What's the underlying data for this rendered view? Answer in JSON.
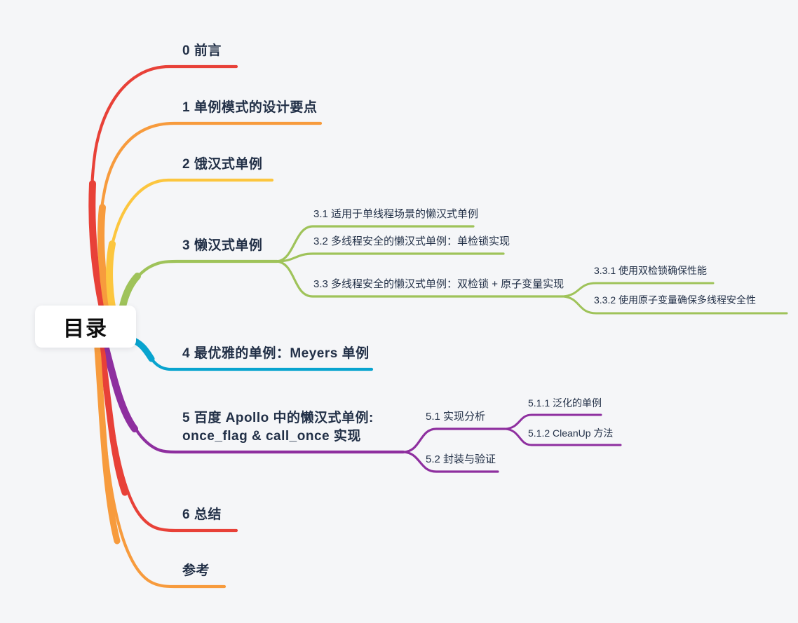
{
  "root": {
    "label": "目录"
  },
  "branches": [
    {
      "label": "0 前言",
      "color": "#e84138"
    },
    {
      "label": "1 单例模式的设计要点",
      "color": "#f79b3d"
    },
    {
      "label": "2 饿汉式单例",
      "color": "#fcc63f"
    },
    {
      "label": "3 懒汉式单例",
      "color": "#9fc35a",
      "children": [
        {
          "label": "3.1 适用于单线程场景的懒汉式单例"
        },
        {
          "label": "3.2 多线程安全的懒汉式单例：单检锁实现"
        },
        {
          "label": "3.3 多线程安全的懒汉式单例：双检锁 + 原子变量实现",
          "children": [
            {
              "label": "3.3.1 使用双检锁确保性能"
            },
            {
              "label": "3.3.2 使用原子变量确保多线程安全性"
            }
          ]
        }
      ]
    },
    {
      "label": "4 最优雅的单例：Meyers 单例",
      "color": "#09a4cf"
    },
    {
      "label": "5 百度 Apollo 中的懒汉式单例: once_flag & call_once 实现",
      "label_line1": "5 百度 Apollo 中的懒汉式单例:",
      "label_line2": "once_flag & call_once 实现",
      "color": "#8e2f9f",
      "children": [
        {
          "label": "5.1 实现分析",
          "children": [
            {
              "label": "5.1.1 泛化的单例"
            },
            {
              "label": "5.1.2 CleanUp 方法"
            }
          ]
        },
        {
          "label": "5.2 封装与验证"
        }
      ]
    },
    {
      "label": "6 总结",
      "color": "#e84138"
    },
    {
      "label": "参考",
      "color": "#f79b3d"
    }
  ]
}
